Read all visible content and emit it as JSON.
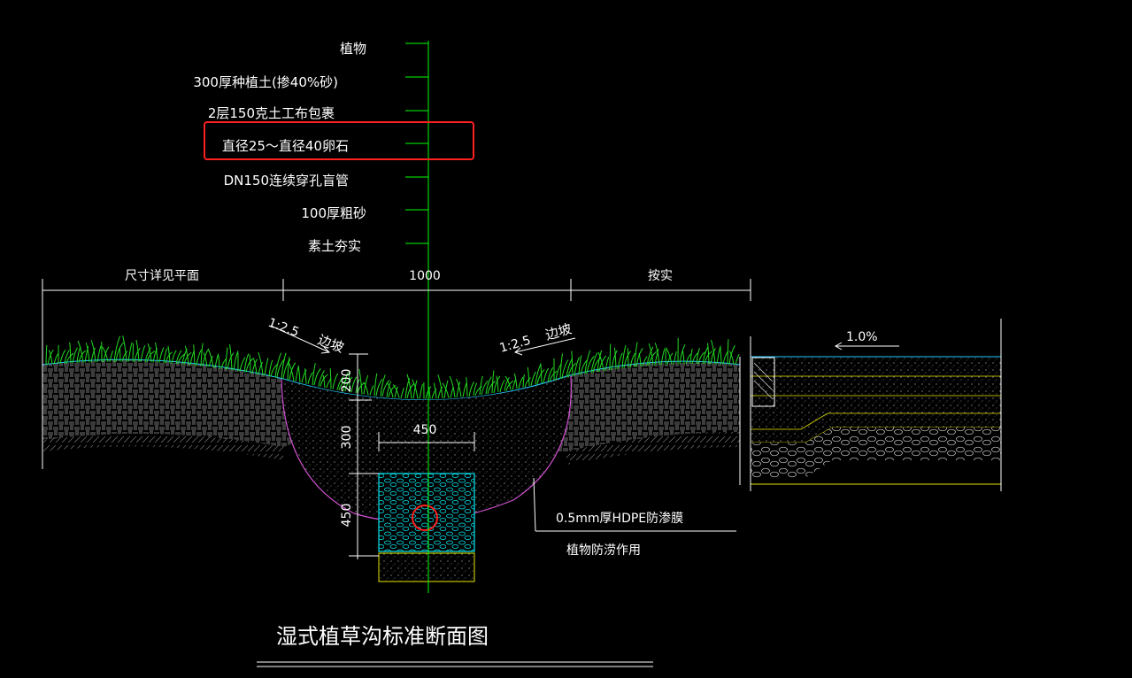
{
  "drawing": {
    "title": "湿式植草沟标准断面图",
    "layer_labels": [
      "植物",
      "300厚种植土(掺40%砂)",
      "2层150克土工布包裹",
      "直径25～直径40卵石",
      "DN150连续穿孔盲管",
      "100厚粗砂",
      "素土夯实"
    ],
    "highlighted_label_index": 3,
    "dimensions": {
      "left_span": "尺寸详见平面",
      "center_span": "1000",
      "right_span": "按实",
      "trench_width": "450",
      "depth_top": "200",
      "depth_mid": "300",
      "depth_bottom": "450"
    },
    "slopes": {
      "left_ratio": "1:2.5",
      "left_text": "边坡",
      "right_ratio": "1:2.5",
      "right_text": "边坡",
      "pavement_slope": "1.0%"
    },
    "notes": {
      "membrane": "0.5mm厚HDPE防渗膜",
      "membrane_sub": "植物防涝作用"
    }
  },
  "colors": {
    "background": "#000000",
    "leader_line": "#00ff00",
    "dimension": "#ffffff",
    "grass": "#22dd22",
    "soil_hatch": "#cccccc",
    "membrane": "#d050d0",
    "pipe": "#ff2020",
    "gravel": "#00e5ee",
    "sand_layer": "#e6e600",
    "highlight_box": "#ff2020"
  }
}
